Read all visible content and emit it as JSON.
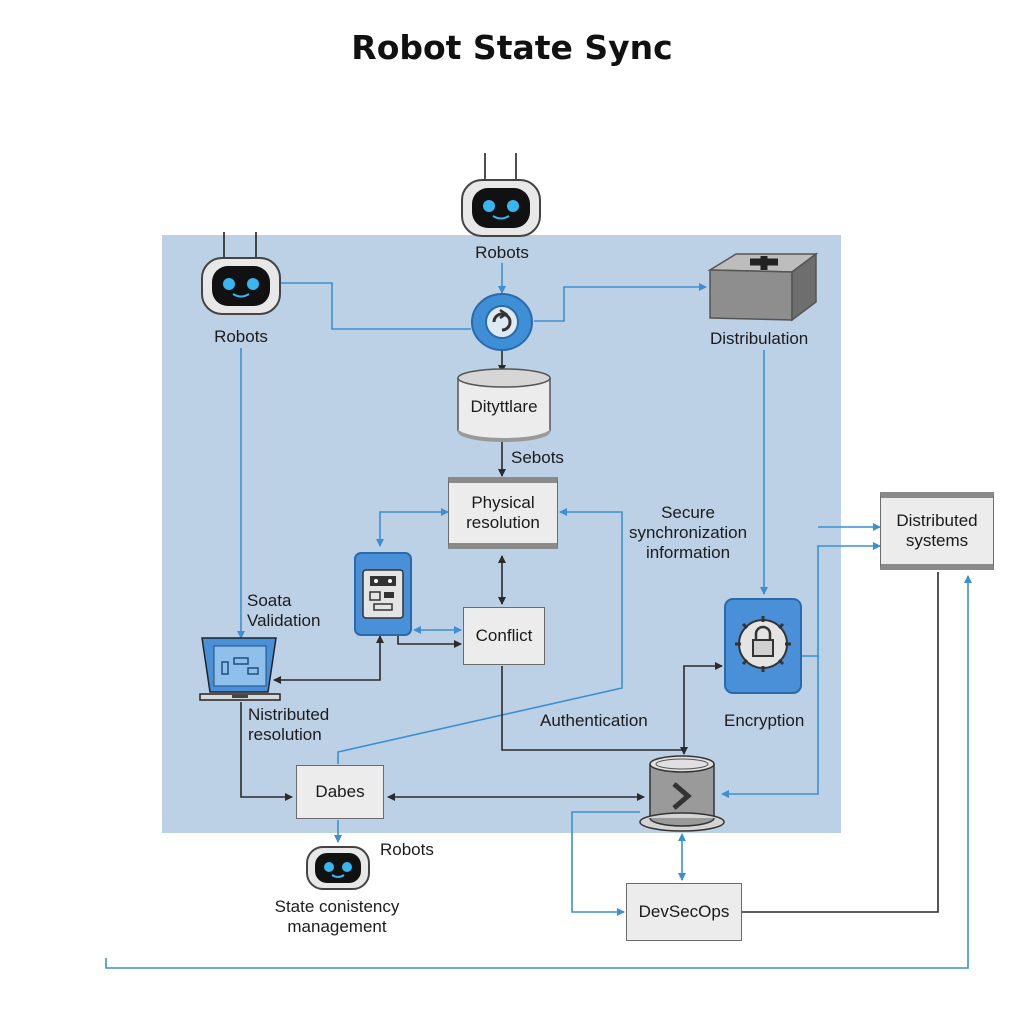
{
  "title": "Robot State Sync",
  "colors": {
    "panel": "#bcd0e6",
    "wire_blue": "#3d8fd1",
    "wire_dark": "#2b2b2b",
    "accent_blue": "#4a90d9"
  },
  "labels": {
    "robots_top": "Robots",
    "robots_left": "Robots",
    "robots_bottom": "Robots",
    "distribution": "Distribulation",
    "datastore": "Dityttlare",
    "sebots": "Sebots",
    "physical_resolution_1": "Physical",
    "physical_resolution_2": "resolution",
    "secure_1": "Secure",
    "secure_2": "synchronization",
    "secure_3": "information",
    "distributed_1": "Distributed",
    "distributed_2": "systems",
    "soata_1": "Soata",
    "soata_2": "Validation",
    "conflict": "Conflict",
    "nistributed_1": "Nistributed",
    "nistributed_2": "resolution",
    "authentication": "Authentication",
    "encryption": "Encryption",
    "dabes": "Dabes",
    "state_1": "State conistency",
    "state_2": "management",
    "devsecops": "DevSecOps"
  },
  "icons": [
    "robot-head-icon",
    "sync-icon",
    "box-cross-icon",
    "database-cylinder-icon",
    "device-icon",
    "laptop-icon",
    "gear-lock-icon",
    "server-chevron-icon"
  ]
}
